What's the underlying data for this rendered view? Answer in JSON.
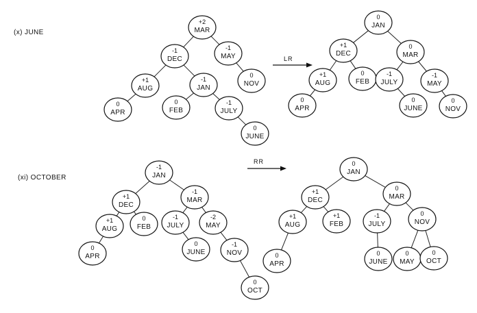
{
  "sections": [
    {
      "label": "(x) JUNE",
      "rotation": "LR",
      "before": {
        "nodes": [
          {
            "id": "MAR",
            "label": "MAR",
            "balance": "+2"
          },
          {
            "id": "DEC",
            "label": "DEC",
            "balance": "-1"
          },
          {
            "id": "MAY",
            "label": "MAY",
            "balance": "-1"
          },
          {
            "id": "AUG",
            "label": "AUG",
            "balance": "+1"
          },
          {
            "id": "JAN",
            "label": "JAN",
            "balance": "-1"
          },
          {
            "id": "NOV",
            "label": "NOV",
            "balance": "0"
          },
          {
            "id": "APR",
            "label": "APR",
            "balance": "0"
          },
          {
            "id": "FEB",
            "label": "FEB",
            "balance": "0"
          },
          {
            "id": "JULY",
            "label": "JULY",
            "balance": "-1"
          },
          {
            "id": "JUNE",
            "label": "JUNE",
            "balance": "0"
          }
        ],
        "edges": [
          [
            "MAR",
            "DEC"
          ],
          [
            "MAR",
            "MAY"
          ],
          [
            "DEC",
            "AUG"
          ],
          [
            "DEC",
            "JAN"
          ],
          [
            "MAY",
            "NOV"
          ],
          [
            "AUG",
            "APR"
          ],
          [
            "JAN",
            "FEB"
          ],
          [
            "JAN",
            "JULY"
          ],
          [
            "JULY",
            "JUNE"
          ]
        ]
      },
      "after": {
        "nodes": [
          {
            "id": "JAN",
            "label": "JAN",
            "balance": "0"
          },
          {
            "id": "DEC",
            "label": "DEC",
            "balance": "+1"
          },
          {
            "id": "MAR",
            "label": "MAR",
            "balance": "0"
          },
          {
            "id": "AUG",
            "label": "AUG",
            "balance": "+1"
          },
          {
            "id": "FEB",
            "label": "FEB",
            "balance": "0"
          },
          {
            "id": "JULY",
            "label": "JULY",
            "balance": "-1"
          },
          {
            "id": "MAY",
            "label": "MAY",
            "balance": "-1"
          },
          {
            "id": "APR",
            "label": "APR",
            "balance": "0"
          },
          {
            "id": "JUNE",
            "label": "JUNE",
            "balance": "0"
          },
          {
            "id": "NOV",
            "label": "NOV",
            "balance": "0"
          }
        ],
        "edges": [
          [
            "JAN",
            "DEC"
          ],
          [
            "JAN",
            "MAR"
          ],
          [
            "DEC",
            "AUG"
          ],
          [
            "DEC",
            "FEB"
          ],
          [
            "MAR",
            "JULY"
          ],
          [
            "MAR",
            "MAY"
          ],
          [
            "AUG",
            "APR"
          ],
          [
            "JULY",
            "JUNE"
          ],
          [
            "MAY",
            "NOV"
          ]
        ]
      }
    },
    {
      "label": "(xi) OCTOBER",
      "rotation": "RR",
      "before": {
        "nodes": [
          {
            "id": "JAN",
            "label": "JAN",
            "balance": "-1"
          },
          {
            "id": "DEC",
            "label": "DEC",
            "balance": "+1"
          },
          {
            "id": "MAR",
            "label": "MAR",
            "balance": "-1"
          },
          {
            "id": "AUG",
            "label": "AUG",
            "balance": "+1"
          },
          {
            "id": "FEB",
            "label": "FEB",
            "balance": "0"
          },
          {
            "id": "JULY",
            "label": "JULY",
            "balance": "-1"
          },
          {
            "id": "MAY",
            "label": "MAY",
            "balance": "-2"
          },
          {
            "id": "APR",
            "label": "APR",
            "balance": "0"
          },
          {
            "id": "JUNE",
            "label": "JUNE",
            "balance": "0"
          },
          {
            "id": "NOV",
            "label": "NOV",
            "balance": "-1"
          },
          {
            "id": "OCT",
            "label": "OCT",
            "balance": "0"
          }
        ],
        "edges": [
          [
            "JAN",
            "DEC"
          ],
          [
            "JAN",
            "MAR"
          ],
          [
            "DEC",
            "AUG"
          ],
          [
            "DEC",
            "FEB"
          ],
          [
            "MAR",
            "JULY"
          ],
          [
            "MAR",
            "MAY"
          ],
          [
            "AUG",
            "APR"
          ],
          [
            "JULY",
            "JUNE"
          ],
          [
            "MAY",
            "NOV"
          ],
          [
            "NOV",
            "OCT"
          ]
        ]
      },
      "after": {
        "nodes": [
          {
            "id": "JAN",
            "label": "JAN",
            "balance": "0"
          },
          {
            "id": "DEC",
            "label": "DEC",
            "balance": "+1"
          },
          {
            "id": "MAR",
            "label": "MAR",
            "balance": "0"
          },
          {
            "id": "AUG",
            "label": "AUG",
            "balance": "+1"
          },
          {
            "id": "FEB",
            "label": "FEB",
            "balance": "+1"
          },
          {
            "id": "JULY",
            "label": "JULY",
            "balance": "-1"
          },
          {
            "id": "NOV",
            "label": "NOV",
            "balance": "0"
          },
          {
            "id": "APR",
            "label": "APR",
            "balance": "0"
          },
          {
            "id": "JUNE",
            "label": "JUNE",
            "balance": "0"
          },
          {
            "id": "MAY",
            "label": "MAY",
            "balance": "0"
          },
          {
            "id": "OCT",
            "label": "OCT",
            "balance": "0"
          }
        ],
        "edges": [
          [
            "JAN",
            "DEC"
          ],
          [
            "JAN",
            "MAR"
          ],
          [
            "DEC",
            "AUG"
          ],
          [
            "DEC",
            "FEB"
          ],
          [
            "MAR",
            "JULY"
          ],
          [
            "MAR",
            "NOV"
          ],
          [
            "AUG",
            "APR"
          ],
          [
            "JULY",
            "JUNE"
          ],
          [
            "NOV",
            "MAY"
          ],
          [
            "NOV",
            "OCT"
          ]
        ]
      }
    }
  ]
}
